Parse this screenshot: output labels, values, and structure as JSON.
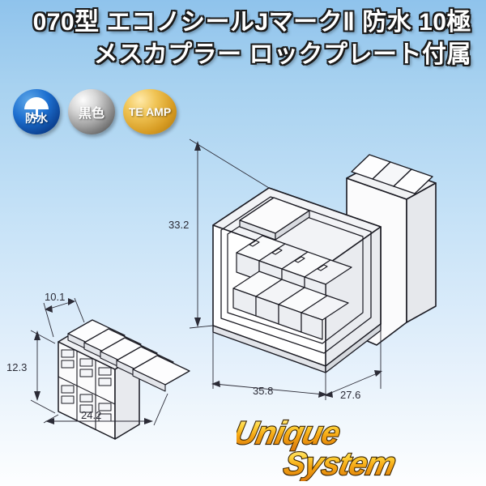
{
  "title": {
    "line1": "070型 エコノシールJマークⅡ 防水 10極",
    "line2": "メスカプラー ロックプレート付属"
  },
  "badges": [
    {
      "id": "waterproof",
      "label": "防水",
      "icon": "umbrella-icon",
      "color": "#1d6fd0"
    },
    {
      "id": "color",
      "label": "黒色",
      "icon": "",
      "color": "#9b9b9b"
    },
    {
      "id": "brand",
      "label": "TE AMP",
      "icon": "",
      "color": "#d79c23"
    }
  ],
  "main_drawing": {
    "name": "female-connector-housing",
    "dimensions": {
      "height": "33.2",
      "width": "35.8",
      "depth": "27.6"
    }
  },
  "secondary_drawing": {
    "name": "lock-plate",
    "dimensions": {
      "depth": "10.1",
      "height": "12.3",
      "width": "24.2"
    }
  },
  "watermark": {
    "line1": "Unique",
    "line2": "System",
    "color_light": "#ffe866",
    "color_dark": "#e8860c"
  }
}
